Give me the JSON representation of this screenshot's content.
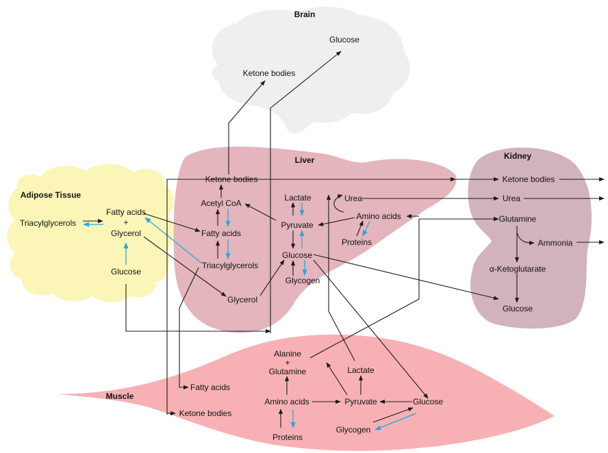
{
  "colors": {
    "brain": "#efefef",
    "adipose": "#fbf6b8",
    "liver": "#e4b5bd",
    "kidney": "#d1b3bb",
    "muscle": "#f7b1b4",
    "arrow": "#1a1a1a",
    "reverse_arrow": "#2aa6e0"
  },
  "regions": {
    "brain": "Brain",
    "adipose": "Adipose Tissue",
    "liver": "Liver",
    "kidney": "Kidney",
    "muscle": "Muscle"
  },
  "brain": {
    "glucose": "Glucose",
    "ketone_bodies": "Ketone bodies"
  },
  "adipose": {
    "triacylglycerols": "Triacylglycerols",
    "fatty_acids": "Fatty acids",
    "plus": "+",
    "glycerol": "Glycerol",
    "glucose": "Glucose"
  },
  "liver": {
    "ketone_bodies": "Ketone bodies",
    "acetyl_coa": "Acetyl CoA",
    "fatty_acids": "Fatty acids",
    "triacylglycerols": "Triacylglycerols",
    "glycerol": "Glycerol",
    "lactate": "Lactate",
    "pyruvate": "Pyruvate",
    "glucose": "Glucose",
    "glycogen": "Glycogen",
    "urea": "Urea",
    "amino_acids": "Amino acids",
    "proteins": "Proteins"
  },
  "kidney": {
    "ketone_bodies": "Ketone bodies",
    "urea": "Urea",
    "glutamine": "Glutamine",
    "ammonia": "Ammonia",
    "alpha_ketoglutarate": "α-Ketoglutarate",
    "glucose": "Glucose"
  },
  "muscle": {
    "alanine": "Alanine",
    "plus": "+",
    "glutamine": "Glutamine",
    "lactate": "Lactate",
    "fatty_acids": "Fatty acids",
    "amino_acids": "Amino acids",
    "pyruvate": "Pyruvate",
    "glucose": "Glucose",
    "ketone_bodies": "Ketone bodies",
    "glycogen": "Glycogen",
    "proteins": "Proteins"
  }
}
